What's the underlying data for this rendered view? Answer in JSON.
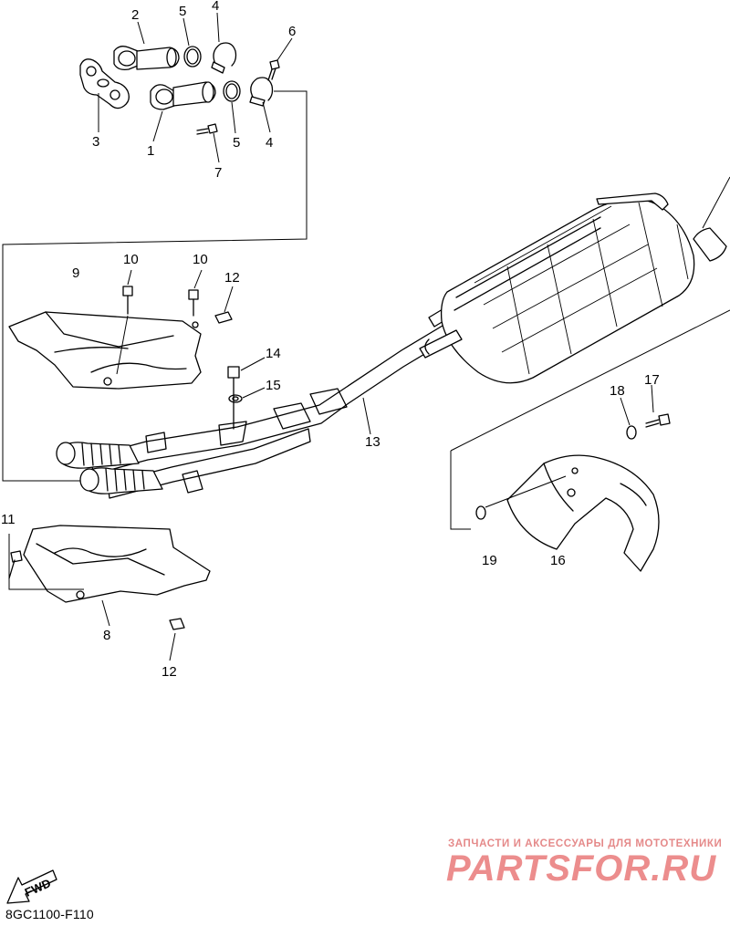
{
  "diagram_code": "8GC1100-F110",
  "fwd_label": "FWD",
  "watermark": {
    "tagline": "ЗАПЧАСТИ И АКСЕССУАРЫ ДЛЯ МОТОТЕХНИКИ",
    "brand": "PARTSFOR.RU",
    "color": "#ec8d8d"
  },
  "callouts": {
    "c2": "2",
    "c5a": "5",
    "c4a": "4",
    "c6": "6",
    "c3": "3",
    "c1": "1",
    "c5b": "5",
    "c4b": "4",
    "c7": "7",
    "c9": "9",
    "c10a": "10",
    "c10b": "10",
    "c12a": "12",
    "c14": "14",
    "c15": "15",
    "c13": "13",
    "c18": "18",
    "c17": "17",
    "c19": "19",
    "c16": "16",
    "c11": "11",
    "c8": "8",
    "c12b": "12"
  }
}
